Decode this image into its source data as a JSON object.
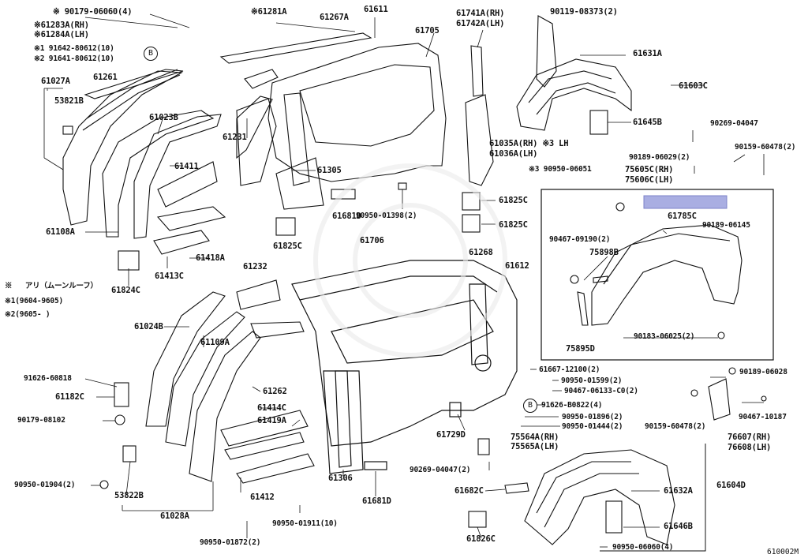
{
  "diagram": {
    "reference_id": "610002M",
    "highlight_color": "#a9aee2",
    "legend": {
      "mark": "※",
      "mark_text": "アリ（ムーンルーフ）",
      "note1_mark": "※1",
      "note1_text": "(9604-9605)",
      "note2_mark": "※2",
      "note2_text": "(9605-         )"
    },
    "callouts": [
      {
        "id": "c1",
        "text": "※ 90179-06060(4)"
      },
      {
        "id": "c2",
        "text": "※61281A"
      },
      {
        "id": "c3",
        "text": "61267A"
      },
      {
        "id": "c4",
        "text": "61611"
      },
      {
        "id": "c5",
        "text": "61741A(RH)"
      },
      {
        "id": "c6",
        "text": "61742A(LH)"
      },
      {
        "id": "c7",
        "text": "90119-08373(2)"
      },
      {
        "id": "c8",
        "text": "※61283A(RH)"
      },
      {
        "id": "c9",
        "text": "※61284A(LH)"
      },
      {
        "id": "c10",
        "text": "※1 91642-80612(10)"
      },
      {
        "id": "c11",
        "text": "※2 91641-80612(10)"
      },
      {
        "id": "c12",
        "text": "61705"
      },
      {
        "id": "c13",
        "text": "61631A"
      },
      {
        "id": "c14",
        "text": "61027A"
      },
      {
        "id": "c15",
        "text": "61261"
      },
      {
        "id": "c16",
        "text": "61603C"
      },
      {
        "id": "c17",
        "text": "53821B"
      },
      {
        "id": "c18",
        "text": "61023B"
      },
      {
        "id": "c19",
        "text": "61231"
      },
      {
        "id": "c20",
        "text": "61645B"
      },
      {
        "id": "c21",
        "text": "90269-04047"
      },
      {
        "id": "c22",
        "text": "61035A(RH) ※3 LH"
      },
      {
        "id": "c23",
        "text": "61036A(LH)"
      },
      {
        "id": "c24",
        "text": "90189-06029(2)"
      },
      {
        "id": "c25",
        "text": "90159-60478(2)"
      },
      {
        "id": "c26",
        "text": "61411"
      },
      {
        "id": "c27",
        "text": "61305"
      },
      {
        "id": "c28",
        "text": "※3 90950-06051"
      },
      {
        "id": "c29",
        "text": "75605C(RH)"
      },
      {
        "id": "c30",
        "text": "75606C(LH)"
      },
      {
        "id": "c31",
        "text": "61825C"
      },
      {
        "id": "c32",
        "text": "61681D"
      },
      {
        "id": "c33",
        "text": "90950-01398(2)"
      },
      {
        "id": "c34",
        "text": "61825C"
      },
      {
        "id": "c35",
        "text": "61108A"
      },
      {
        "id": "c36",
        "text": "61785C"
      },
      {
        "id": "c37",
        "text": "61825C"
      },
      {
        "id": "c38",
        "text": "90467-09190(2)"
      },
      {
        "id": "c39",
        "text": "90189-06145"
      },
      {
        "id": "c40",
        "text": "61706"
      },
      {
        "id": "c41",
        "text": "61418A"
      },
      {
        "id": "c42",
        "text": "61268"
      },
      {
        "id": "c43",
        "text": "61612"
      },
      {
        "id": "c44",
        "text": "75898B"
      },
      {
        "id": "c45",
        "text": "61232"
      },
      {
        "id": "c46",
        "text": "61413C"
      },
      {
        "id": "c47",
        "text": "61824C"
      },
      {
        "id": "c48",
        "text": "61024B"
      },
      {
        "id": "c49",
        "text": "61109A"
      },
      {
        "id": "c50",
        "text": "75895D"
      },
      {
        "id": "c51",
        "text": "90183-06025(2)"
      },
      {
        "id": "c52",
        "text": "91626-60818"
      },
      {
        "id": "c53",
        "text": "61667-12100(2)"
      },
      {
        "id": "c54",
        "text": "90950-01599(2)"
      },
      {
        "id": "c55",
        "text": "90189-06028"
      },
      {
        "id": "c56",
        "text": "61262"
      },
      {
        "id": "c57",
        "text": "61182C"
      },
      {
        "id": "c58",
        "text": "90467-06133-C0(2)"
      },
      {
        "id": "c59",
        "text": "61414C"
      },
      {
        "id": "c60",
        "text": "91626-B0822(4)"
      },
      {
        "id": "c61",
        "text": "90179-08102"
      },
      {
        "id": "c62",
        "text": "61419A"
      },
      {
        "id": "c63",
        "text": "90950-01896(2)"
      },
      {
        "id": "c64",
        "text": "90159-60478(2)"
      },
      {
        "id": "c65",
        "text": "90467-10187"
      },
      {
        "id": "c66",
        "text": "90950-01444(2)"
      },
      {
        "id": "c67",
        "text": "61729D"
      },
      {
        "id": "c68",
        "text": "76607(RH)"
      },
      {
        "id": "c69",
        "text": "76608(LH)"
      },
      {
        "id": "c70",
        "text": "75564A(RH)"
      },
      {
        "id": "c71",
        "text": "75565A(LH)"
      },
      {
        "id": "c72",
        "text": "90269-04047(2)"
      },
      {
        "id": "c73",
        "text": "61306"
      },
      {
        "id": "c74",
        "text": "90950-01904(2)"
      },
      {
        "id": "c75",
        "text": "61604D"
      },
      {
        "id": "c76",
        "text": "61682C"
      },
      {
        "id": "c77",
        "text": "61632A"
      },
      {
        "id": "c78",
        "text": "53822B"
      },
      {
        "id": "c79",
        "text": "61412"
      },
      {
        "id": "c80",
        "text": "61681D"
      },
      {
        "id": "c81",
        "text": "61028A"
      },
      {
        "id": "c82",
        "text": "90950-01911(10)"
      },
      {
        "id": "c83",
        "text": "61646B"
      },
      {
        "id": "c84",
        "text": "61826C"
      },
      {
        "id": "c85",
        "text": "90950-01872(2)"
      },
      {
        "id": "c86",
        "text": "90950-06060(4)"
      }
    ],
    "marker_b": "B"
  }
}
